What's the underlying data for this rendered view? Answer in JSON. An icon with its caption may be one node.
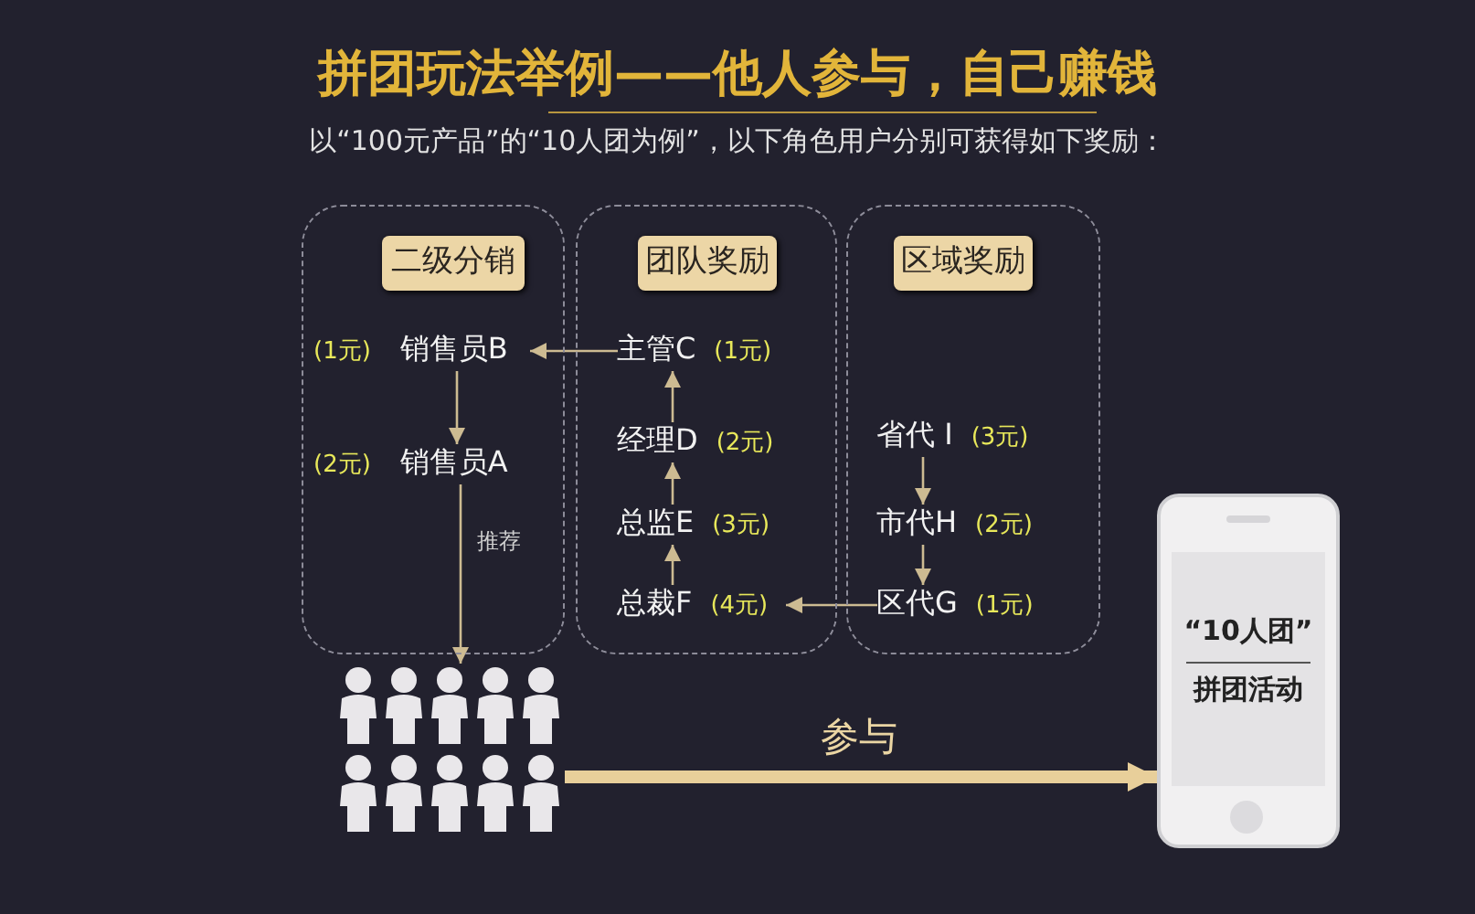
{
  "diagram": {
    "title": "拼团玩法举例——他人参与，自己赚钱",
    "nodes": [
      {
        "text": [
          "二级分销"
        ]
      },
      {
        "text": [
          "销售员B"
        ],
        "beside": [
          "(1元)"
        ],
        "in": 0
      },
      {
        "text": [
          "销售员A"
        ],
        "beside": [
          "(2元)"
        ],
        "in": 0
      },
      {
        "text": [
          "团队奖励"
        ]
      },
      {
        "text": [
          "主管C"
        ],
        "beside": [
          "(1元)"
        ],
        "in": 3
      },
      {
        "text": [
          "经理D"
        ],
        "beside": [
          "(2元)"
        ],
        "in": 3
      },
      {
        "text": [
          "总监E"
        ],
        "beside": [
          "(3元)"
        ],
        "in": 3
      },
      {
        "text": [
          "总裁F"
        ],
        "beside": [
          "(4元)"
        ],
        "in": 3
      },
      {
        "text": [
          "区域奖励"
        ]
      },
      {
        "text": [
          "省代 I"
        ],
        "beside": [
          "(3元)"
        ],
        "in": 8
      },
      {
        "text": [
          "市代H"
        ],
        "beside": [
          "(2元)"
        ],
        "in": 8
      },
      {
        "text": [
          "区代G"
        ],
        "beside": [
          "(1元)"
        ],
        "in": 8
      },
      {
        "text": [],
        "shape": "person"
      },
      {
        "text": [
          "“10人团”",
          "拼团活动"
        ]
      }
    ],
    "edges": [
      {
        "from": 4,
        "to": 1,
        "arrow": "to"
      },
      {
        "from": 1,
        "to": 2,
        "arrow": "to"
      },
      {
        "from": 2,
        "to": 12,
        "arrow": "to",
        "label": "推荐"
      },
      {
        "from": 7,
        "to": 6,
        "arrow": "to"
      },
      {
        "from": 6,
        "to": 5,
        "arrow": "to"
      },
      {
        "from": 5,
        "to": 4,
        "arrow": "to"
      },
      {
        "from": 9,
        "to": 10,
        "arrow": "to"
      },
      {
        "from": 10,
        "to": 11,
        "arrow": "to"
      },
      {
        "from": 11,
        "to": 7,
        "arrow": "to"
      },
      {
        "from": 12,
        "to": 13,
        "arrow": "to",
        "label": "参与",
        "style": "thick",
        "color": "#e8cf9a"
      }
    ],
    "labels": [
      "以“100元产品”的“10人团为例”，以下角色用户分别可获得如下奖励："
    ]
  }
}
